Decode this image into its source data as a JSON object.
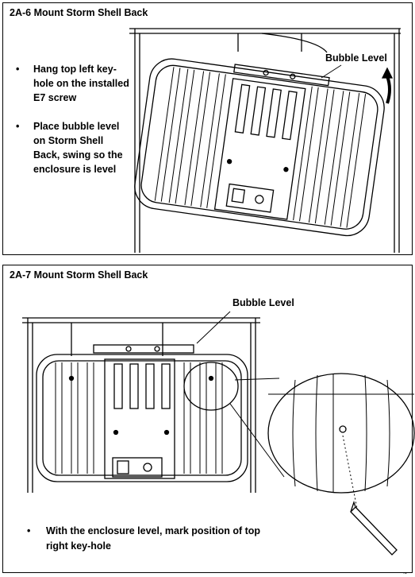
{
  "panel1": {
    "title": "2A-6 Mount Storm Shell Back",
    "bullets": [
      "Hang top left key-hole on the installed E7 screw",
      "Place bubble level on Storm Shell Back, swing so the enclosure is level"
    ],
    "level_label": "Bubble Level",
    "figure_icon": "tilted-enclosure-on-frame"
  },
  "panel2": {
    "title": "2A-7  Mount Storm Shell Back",
    "level_label": "Bubble Level",
    "note": "With the enclosure level, mark position of top right key-hole",
    "figure_icon": "level-enclosure-with-magnified-keyhole"
  }
}
